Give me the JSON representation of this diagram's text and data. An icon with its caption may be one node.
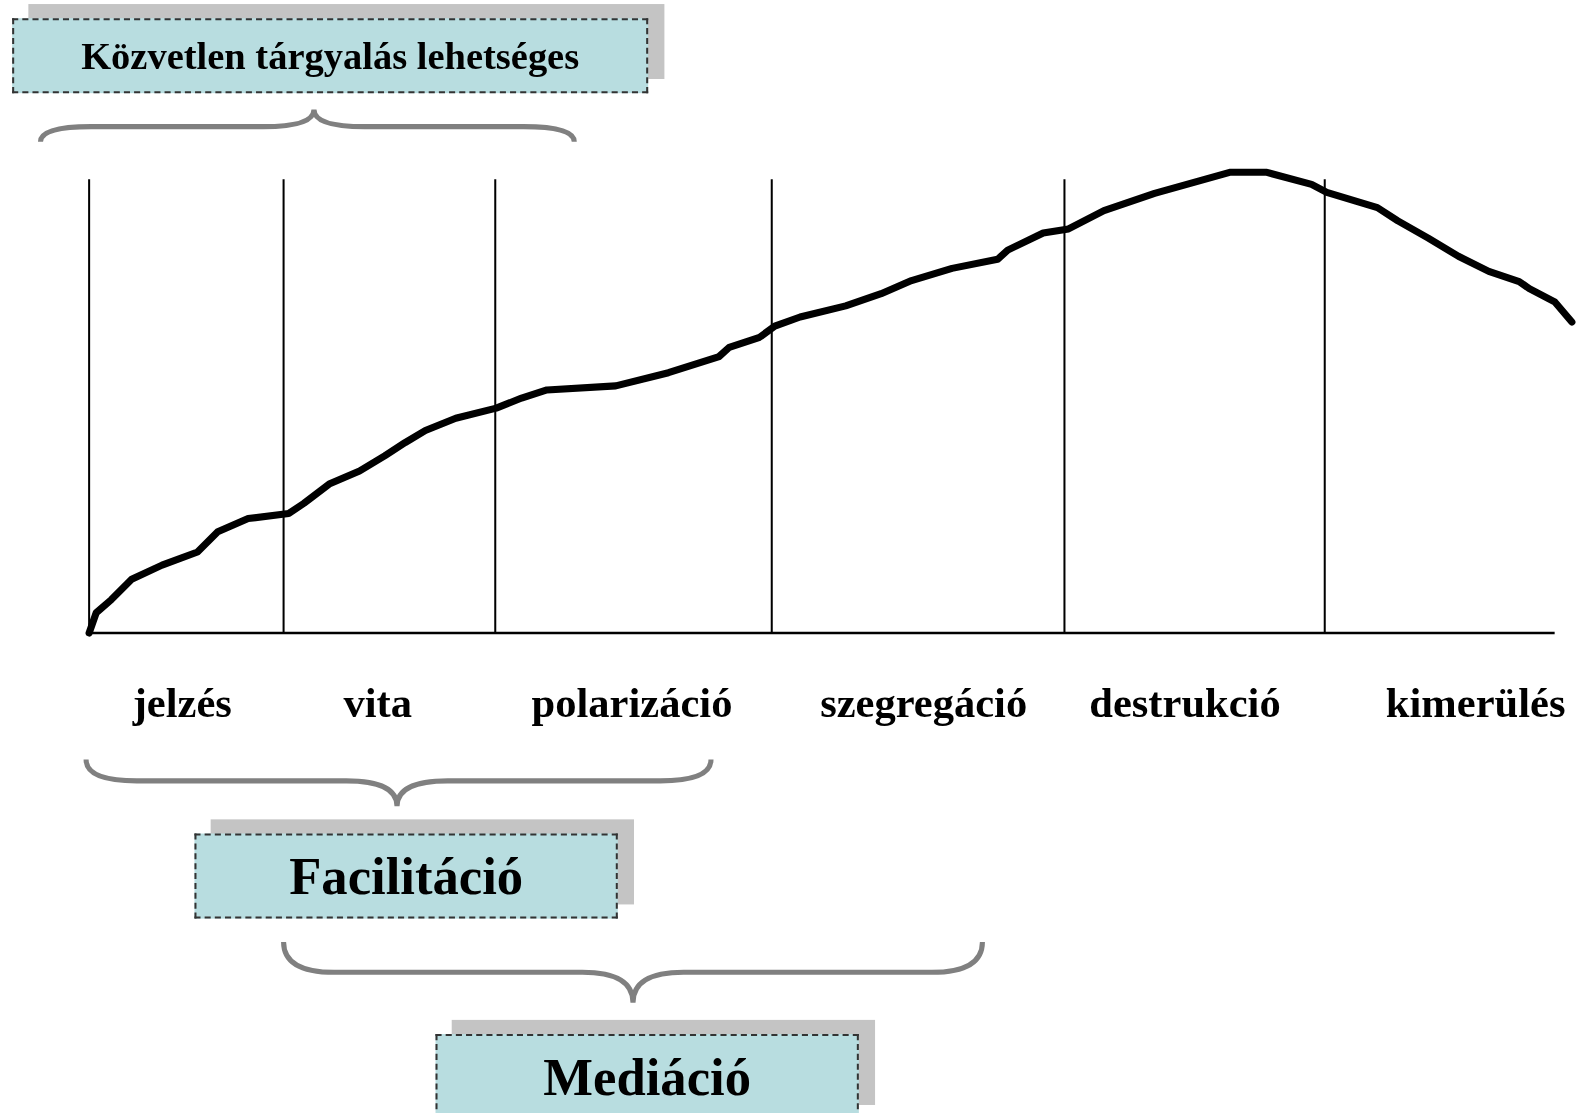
{
  "diagram": {
    "nodes": [
      {
        "text": [
          "Közvetlen tárgyalás lehetséges"
        ]
      },
      {
        "text": [
          "Facilitáció"
        ]
      },
      {
        "text": [
          "Mediáció"
        ]
      }
    ],
    "labels": [
      "jelzés",
      "vita",
      "polarizáció",
      "szegregáció",
      "destrukció",
      "kimerülés"
    ]
  }
}
